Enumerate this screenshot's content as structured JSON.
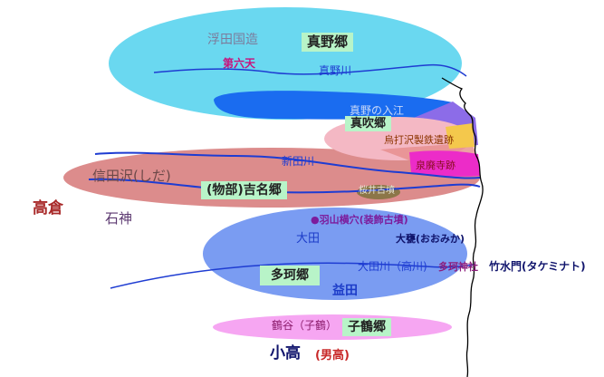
{
  "labels": {
    "ukita_kuni": "浮田国造",
    "mano_go": "真野郷",
    "dairokuten": "第六天",
    "mano_river": "真野川",
    "mano_inlet": "真野の入江",
    "mafuki_go": "真吹郷",
    "karasuuchizawa": "烏打沢製鉄遺跡",
    "shindagawa": "新田川",
    "shidazawa": "信田沢(しだ)",
    "senryouji": "泉廃寺跡",
    "sakurai_kofun": "桜井古墳",
    "mononobe_yoshina": "(物部)吉名郷",
    "takakura": "高倉",
    "ishigami": "石神",
    "haneyama": "●羽山横穴(装飾古墳)",
    "oota": "大田",
    "ohmika": "大甕(おおみか)",
    "ootagawa": "大田川（高川)",
    "takaga_shrine": "多珂神社",
    "takemizukado": "竹水門(タケミナト)",
    "takaga_go": "多珂郷",
    "masuda": "益田",
    "tsurugaya": "鶴谷（子鶴）",
    "kotsuru_go": "子鶴郷",
    "odaka": "小高",
    "otaka": "(男高)"
  },
  "colors": {
    "ukita_region": "#6ad8f0",
    "inlet": "#1a6cf0",
    "shida_region": "#dc8c8c",
    "mafuki_region": "#f4b8c4",
    "oota_region": "#7a9cf2",
    "tsuru_region": "#f6a6f2",
    "go_box": "#b8f4c8",
    "river": "#1e3cd2",
    "coast": "#000000"
  }
}
